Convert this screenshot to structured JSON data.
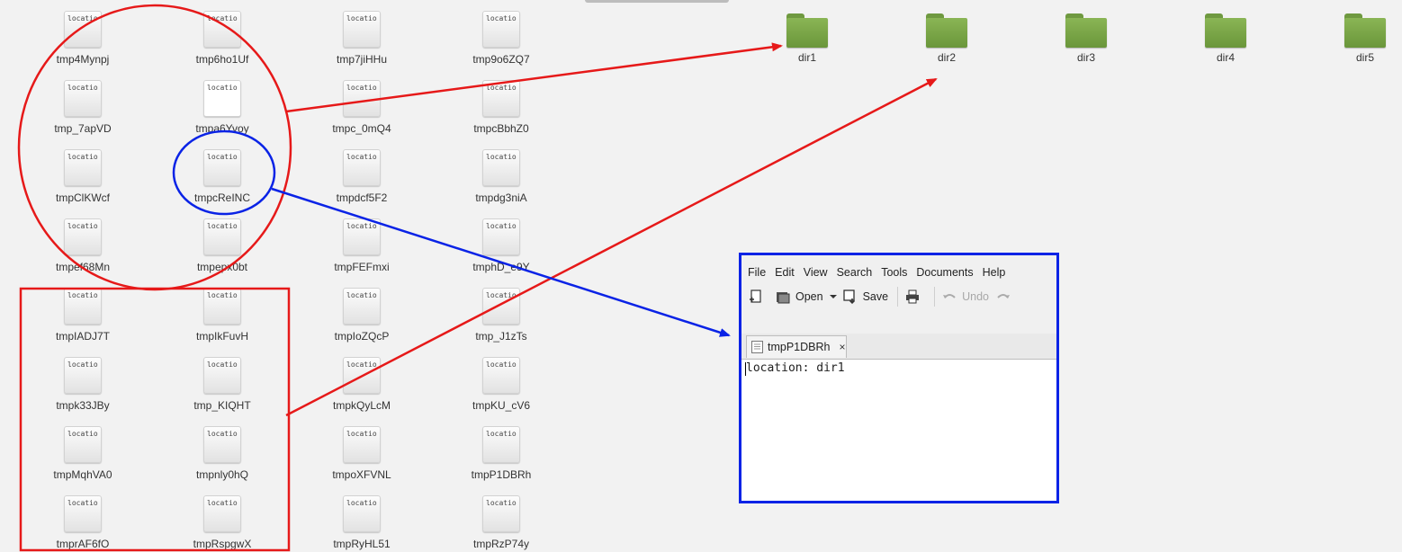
{
  "desktop": {
    "files": [
      {
        "name": "tmp4Mynpj",
        "preview": "locatio"
      },
      {
        "name": "tmp6ho1Uf",
        "preview": "locatio"
      },
      {
        "name": "tmp7jiHHu",
        "preview": "locatio"
      },
      {
        "name": "tmp9o6ZQ7",
        "preview": "locatio"
      },
      {
        "name": "tmp_7apVD",
        "preview": "locatio"
      },
      {
        "name": "tmpa6Yvoy",
        "preview": "locatio"
      },
      {
        "name": "tmpc_0mQ4",
        "preview": "locatio"
      },
      {
        "name": "tmpcBbhZ0",
        "preview": "locatio"
      },
      {
        "name": "tmpClKWcf",
        "preview": "locatio"
      },
      {
        "name": "tmpcReINC",
        "preview": "locatio"
      },
      {
        "name": "tmpdcf5F2",
        "preview": "locatio"
      },
      {
        "name": "tmpdg3niA",
        "preview": "locatio"
      },
      {
        "name": "tmpef68Mn",
        "preview": "locatio"
      },
      {
        "name": "tmpepx0bt",
        "preview": "locatio"
      },
      {
        "name": "tmpFEFmxi",
        "preview": "locatio"
      },
      {
        "name": "tmphD_e9Y",
        "preview": "locatio"
      },
      {
        "name": "tmpIADJ7T",
        "preview": "locatio"
      },
      {
        "name": "tmpIkFuvH",
        "preview": "locatio"
      },
      {
        "name": "tmpIoZQcP",
        "preview": "locatio"
      },
      {
        "name": "tmp_J1zTs",
        "preview": "locatio"
      },
      {
        "name": "tmpk33JBy",
        "preview": "locatio"
      },
      {
        "name": "tmp_KIQHT",
        "preview": "locatio"
      },
      {
        "name": "tmpkQyLcM",
        "preview": "locatio"
      },
      {
        "name": "tmpKU_cV6",
        "preview": "locatio"
      },
      {
        "name": "tmpMqhVA0",
        "preview": "locatio"
      },
      {
        "name": "tmpnly0hQ",
        "preview": "locatio"
      },
      {
        "name": "tmpoXFVNL",
        "preview": "locatio"
      },
      {
        "name": "tmpP1DBRh",
        "preview": "locatio"
      },
      {
        "name": "tmprAF6fO",
        "preview": "locatio"
      },
      {
        "name": "tmpRspgwX",
        "preview": "locatio"
      },
      {
        "name": "tmpRyHL51",
        "preview": "locatio"
      },
      {
        "name": "tmpRzP74y",
        "preview": "locatio"
      }
    ],
    "folders": [
      {
        "name": "dir1"
      },
      {
        "name": "dir2"
      },
      {
        "name": "dir3"
      },
      {
        "name": "dir4"
      },
      {
        "name": "dir5"
      }
    ]
  },
  "editor_window": {
    "menu": [
      "File",
      "Edit",
      "View",
      "Search",
      "Tools",
      "Documents",
      "Help"
    ],
    "toolbar": {
      "open_label": "Open",
      "save_label": "Save",
      "undo_label": "Undo"
    },
    "tab_title": "tmpP1DBRh",
    "tab_close": "×",
    "content": "location: dir1"
  },
  "colors": {
    "annotation_red": "#e61919",
    "annotation_blue": "#0a23e6",
    "folder_green": "#7ba84a"
  }
}
